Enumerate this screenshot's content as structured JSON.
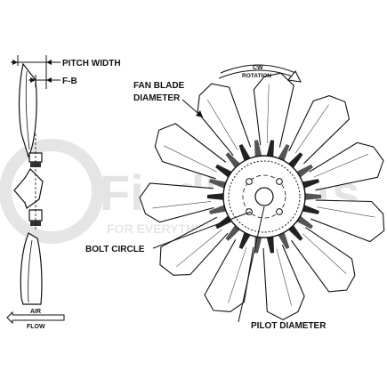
{
  "labels": {
    "pitch_width": "PITCH WIDTH",
    "fb": "F-B",
    "fan_blade_diameter_1": "FAN BLADE",
    "fan_blade_diameter_2": "DIAMETER",
    "bolt_circle": "BOLT CIRCLE",
    "pilot_diameter": "PILOT DIAMETER",
    "rotation_top": "CW",
    "rotation_bottom": "ROTATION",
    "air_flow_1": "AIR",
    "air_flow_2": "FLOW"
  },
  "watermark": {
    "text": "FindItParts",
    "tagline": "FOR EVERYTHING THAT MOVES",
    "color": "#c8c8c8"
  },
  "fan": {
    "blade_count": 11
  }
}
